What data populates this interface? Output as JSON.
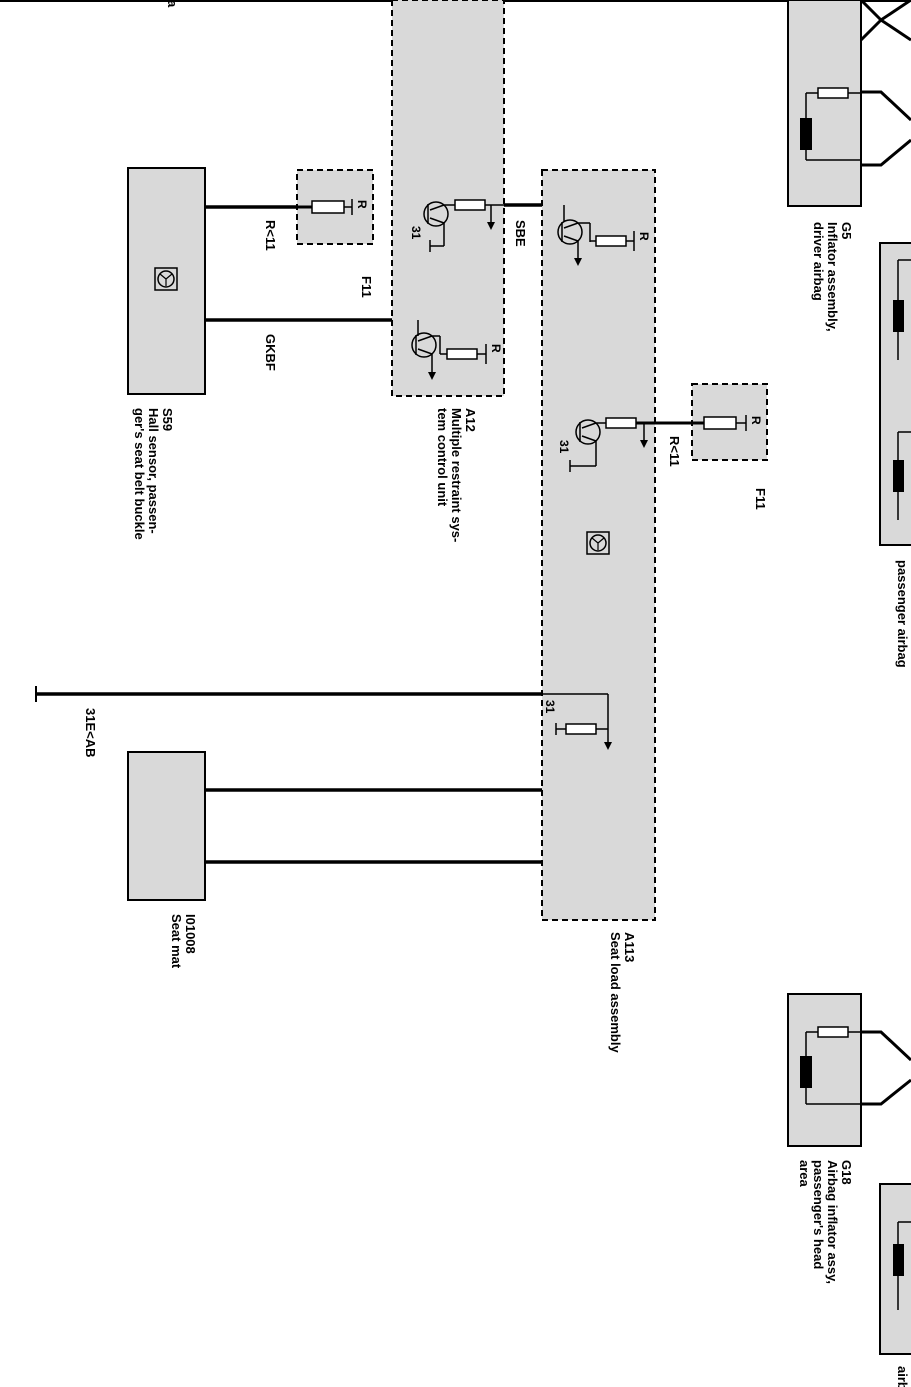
{
  "components": {
    "s59": {
      "code": "S59",
      "name_line1": "Hall sensor, passen-",
      "name_line2": "ger's seat belt buckle"
    },
    "a12": {
      "code": "A12",
      "name_line1": "Multiple restraint sys-",
      "name_line2": "tem  control unit"
    },
    "a113": {
      "code": "A113",
      "name_line1": "Seat load assembly"
    },
    "i01008": {
      "code": "I01008",
      "name_line1": "Seat mat"
    },
    "f11_left": {
      "code": "F11"
    },
    "f11_right": {
      "code": "F11"
    },
    "g5": {
      "code": "G5",
      "name_line1": "Inflator assembly,",
      "name_line2": "driver airbag"
    },
    "g18": {
      "code": "G18",
      "name_line1": "Airbag inflator assy,",
      "name_line2": "passenger's head",
      "name_line3": "area"
    },
    "passenger_airbag": {
      "name_line1": "passenger airbag"
    },
    "bottom_right": {
      "name_line1": "airbag"
    },
    "top_left_fragment": {
      "name_line1": "a"
    }
  },
  "wires": {
    "r11_left": "R<11",
    "r11_right": "R<11",
    "gkbf": "GKBF",
    "sbe": "SBE",
    "ground": "31E<AB"
  },
  "pins": {
    "r": "R",
    "ground31": "31"
  },
  "colors": {
    "module_fill": "#d9d9d9",
    "line": "#000000",
    "background": "#ffffff"
  }
}
